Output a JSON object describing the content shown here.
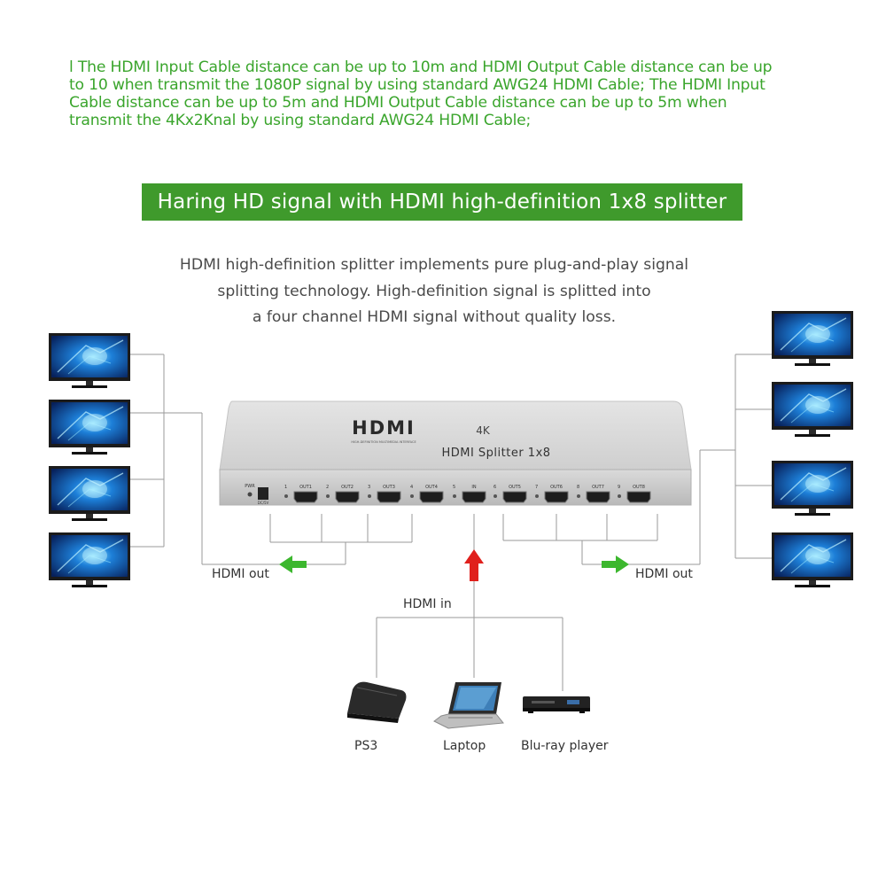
{
  "intro": {
    "lines": [
      "l The HDMI Input Cable distance can be up to 10m and HDMI Output Cable distance can be up",
      "to 10 when transmit the 1080P signal by using standard AWG24 HDMI Cable; The HDMI Input",
      "Cable distance can be up to 5m and HDMI Output Cable distance can be up to 5m when",
      "transmit the 4Kx2Knal by using standard AWG24 HDMI Cable;"
    ]
  },
  "banner": {
    "title": "Haring HD signal with HDMI high-definition 1x8 splitter"
  },
  "description": {
    "lines": [
      "HDMI high-definition splitter implements pure plug-and-play signal",
      "splitting technology. High-definition signal is splitted into",
      "a four channel HDMI signal without quality loss."
    ]
  },
  "device": {
    "logo": "HDMI",
    "logo_tagline": "HIGH-DEFINITION MULTIMEDIA INTERFACE",
    "badge": "4K",
    "model": "HDMI Splitter 1x8",
    "power_label": "PWR",
    "dc_label": "DC/5V",
    "ports": [
      {
        "num": "1",
        "label": "OUT1"
      },
      {
        "num": "2",
        "label": "OUT2"
      },
      {
        "num": "3",
        "label": "OUT3"
      },
      {
        "num": "4",
        "label": "OUT4"
      },
      {
        "num": "5",
        "label": "IN"
      },
      {
        "num": "6",
        "label": "OUT5"
      },
      {
        "num": "7",
        "label": "OUT6"
      },
      {
        "num": "8",
        "label": "OUT7"
      },
      {
        "num": "9",
        "label": "OUT8"
      }
    ]
  },
  "labels": {
    "hdmi_out_left": "HDMI out",
    "hdmi_out_right": "HDMI out",
    "hdmi_in": "HDMI in"
  },
  "sources": [
    {
      "name": "PS3",
      "icon": "ps3-console-icon"
    },
    {
      "name": "Laptop",
      "icon": "laptop-icon"
    },
    {
      "name": "Blu-ray player",
      "icon": "bluray-player-icon"
    }
  ],
  "monitor_icon": "tv-monitor-icon",
  "colors": {
    "green": "#3f9a2c",
    "green_text": "#3aa52c",
    "arrow_red": "#e0201c",
    "arrow_green": "#3cb72e"
  }
}
